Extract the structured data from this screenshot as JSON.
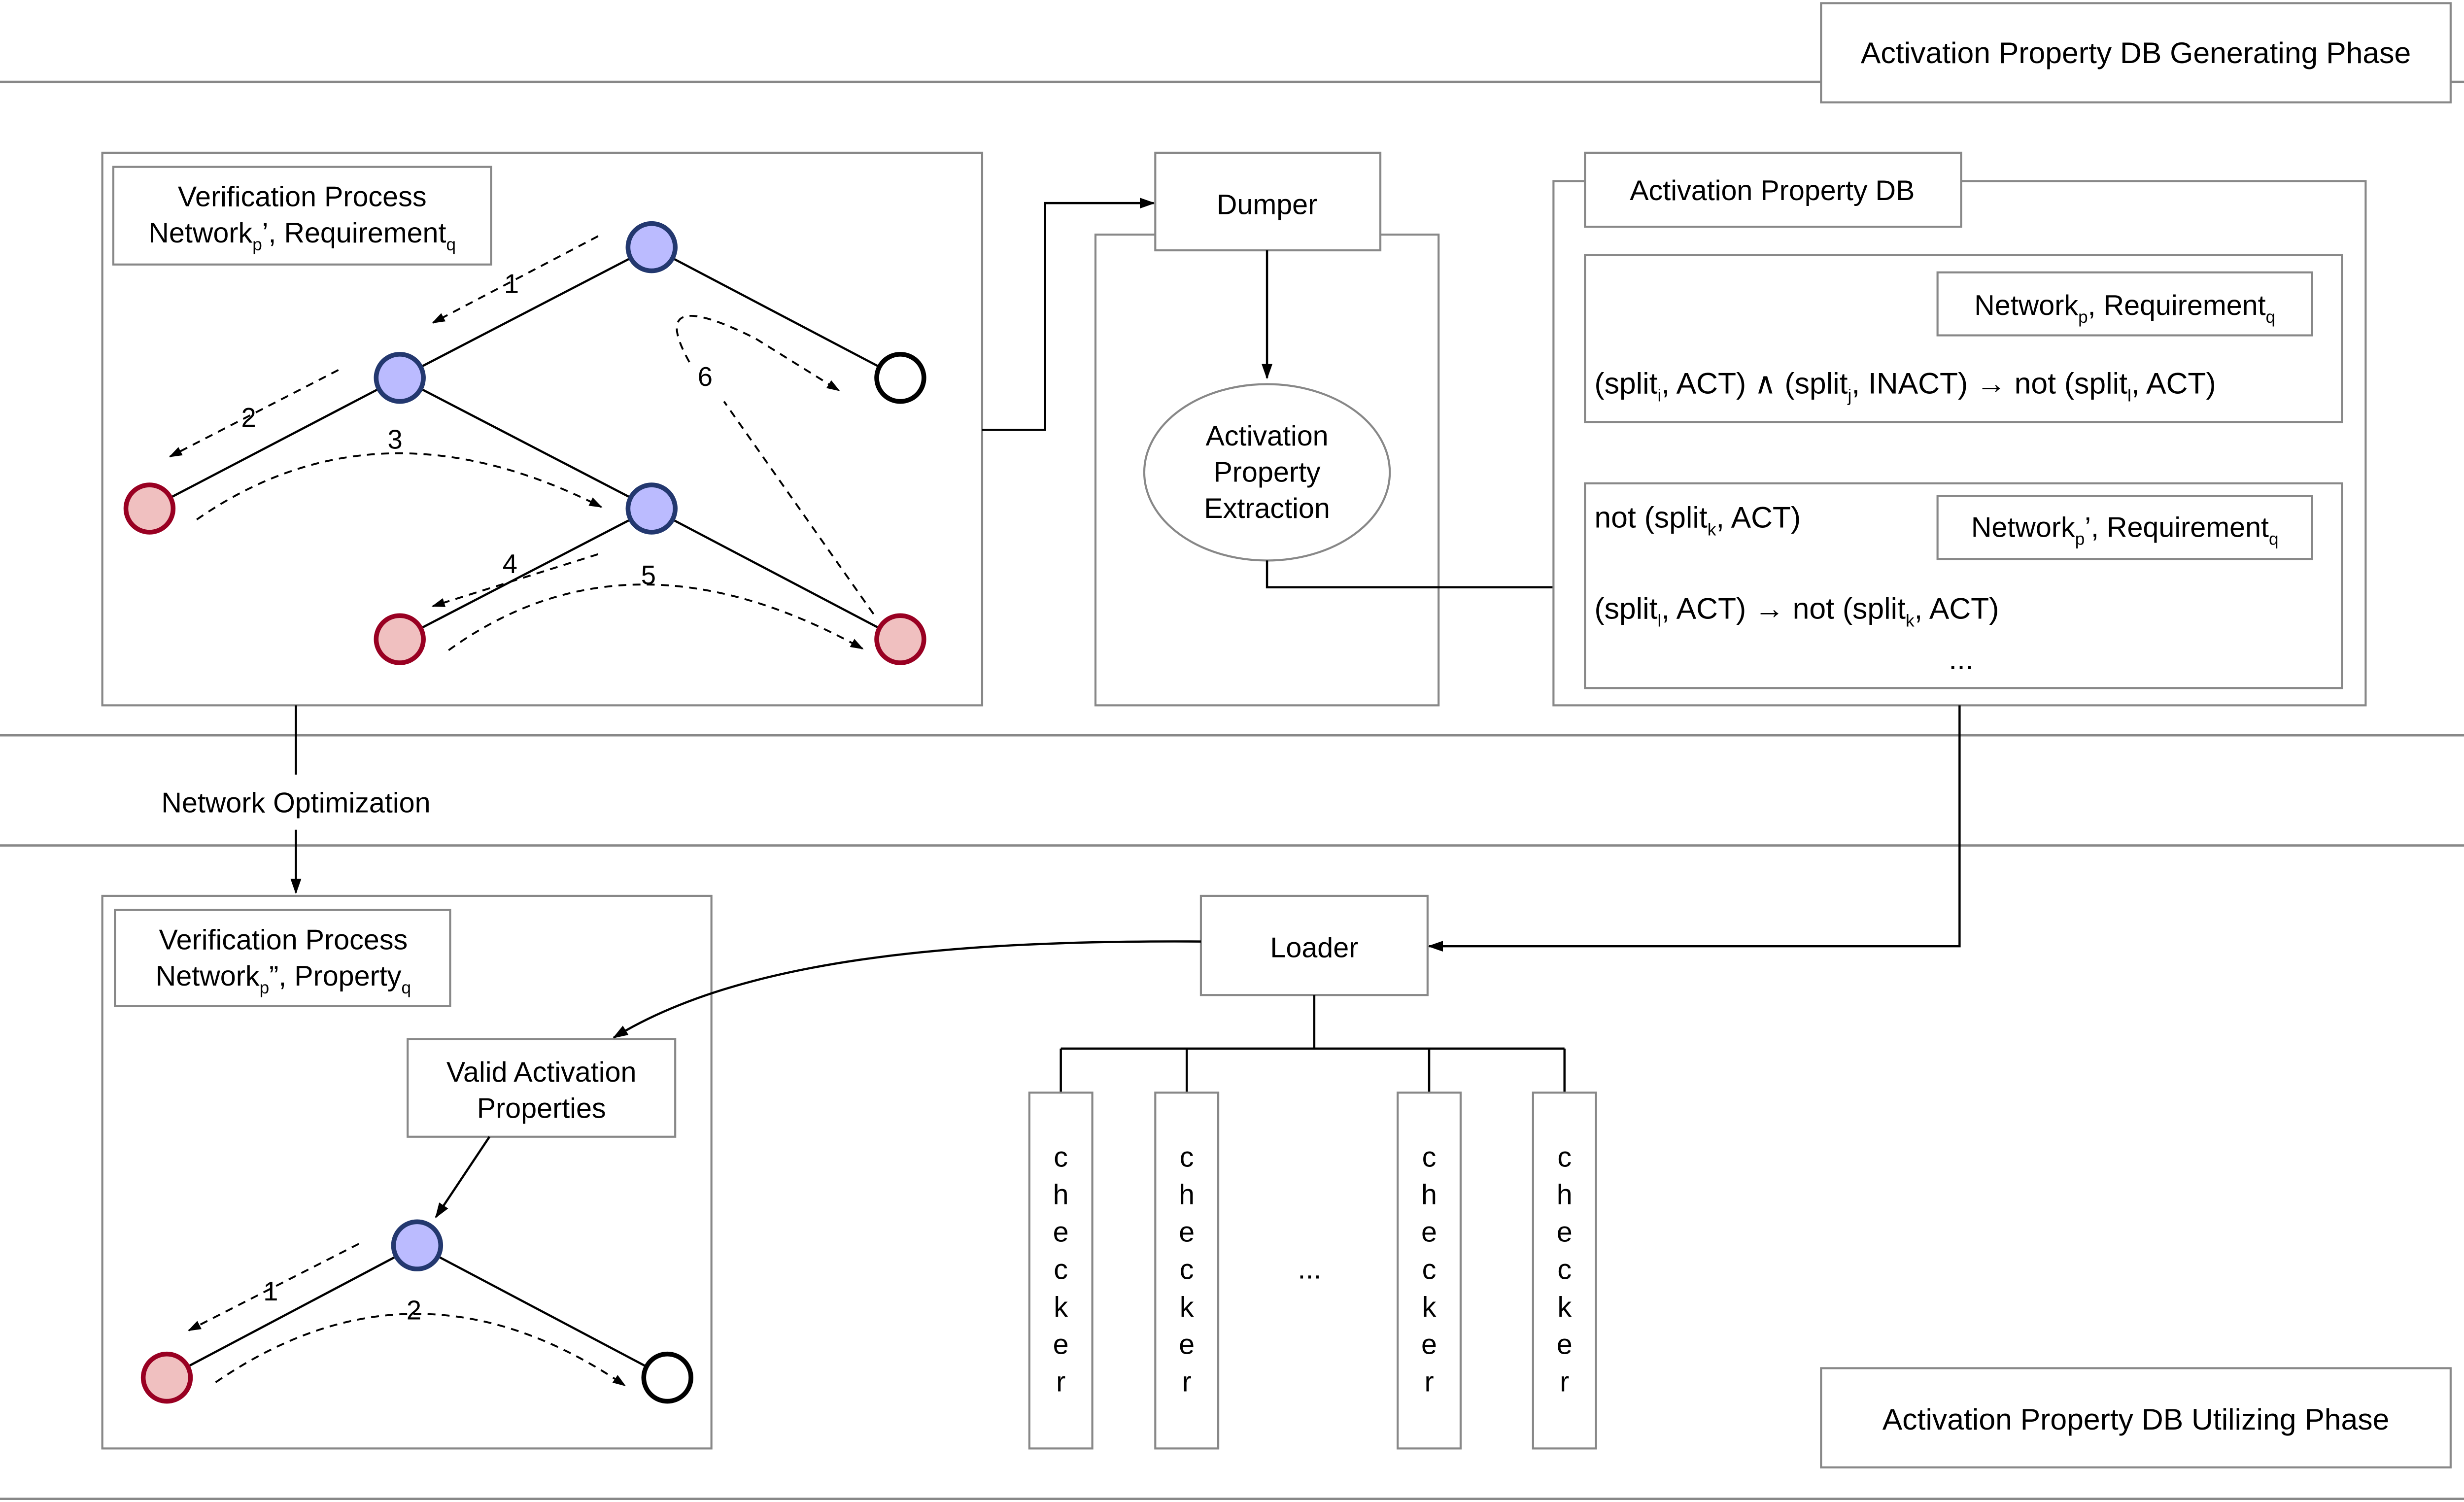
{
  "phases": {
    "generating": "Activation Property DB Generating Phase",
    "utilizing": "Activation Property DB Utilizing Phase"
  },
  "colors": {
    "blue_node_fill": "#bbbbff",
    "blue_node_stroke": "#23386f",
    "red_node_fill": "#f0c0c0",
    "red_node_stroke": "#990022",
    "empty_node_stroke": "#000000",
    "box_border": "#888888"
  },
  "top_verification": {
    "title": "Verification Process",
    "network": "Network",
    "network_sub": "p",
    "network_suffix": "’, Requirement",
    "req_sub": "q",
    "step_labels": [
      "1",
      "2",
      "3",
      "4",
      "5",
      "6"
    ]
  },
  "dumper": {
    "label": "Dumper",
    "extraction": [
      "Activation",
      "Property",
      "Extraction"
    ]
  },
  "db": {
    "title": "Activation Property DB",
    "entry1": {
      "tag_main": "Network",
      "tag_sub1": "p",
      "tag_mid": ", Requirement",
      "tag_sub2": "q",
      "rule": {
        "p1": "(split",
        "s1": "i",
        "p2": ", ACT) ∧ (split",
        "s2": "j",
        "p3": ", INACT) → not (split",
        "s3": "l",
        "p4": ", ACT)"
      }
    },
    "entry2": {
      "tag_main": "Network",
      "tag_sub1": "p",
      "tag_mid": "’, Requirement",
      "tag_sub2": "q",
      "rule1": {
        "p1": "not (split",
        "s1": "k",
        "p2": ", ACT)"
      },
      "rule2": {
        "p1": "(split",
        "s1": "l",
        "p2": ", ACT) → not (split",
        "s2": "k",
        "p3": ", ACT)"
      },
      "ellipsis": "..."
    }
  },
  "network_optimization": "Network Optimization",
  "bottom_verification": {
    "title": "Verification Process",
    "network": "Network",
    "network_sub": "p",
    "network_suffix": "”, Property",
    "prop_sub": "q",
    "valid_props": [
      "Valid Activation",
      "Properties"
    ],
    "step_labels": [
      "1",
      "2"
    ]
  },
  "loader": {
    "label": "Loader"
  },
  "checkers": {
    "letters": [
      "c",
      "h",
      "e",
      "c",
      "k",
      "e",
      "r"
    ],
    "ellipsis": "..."
  }
}
